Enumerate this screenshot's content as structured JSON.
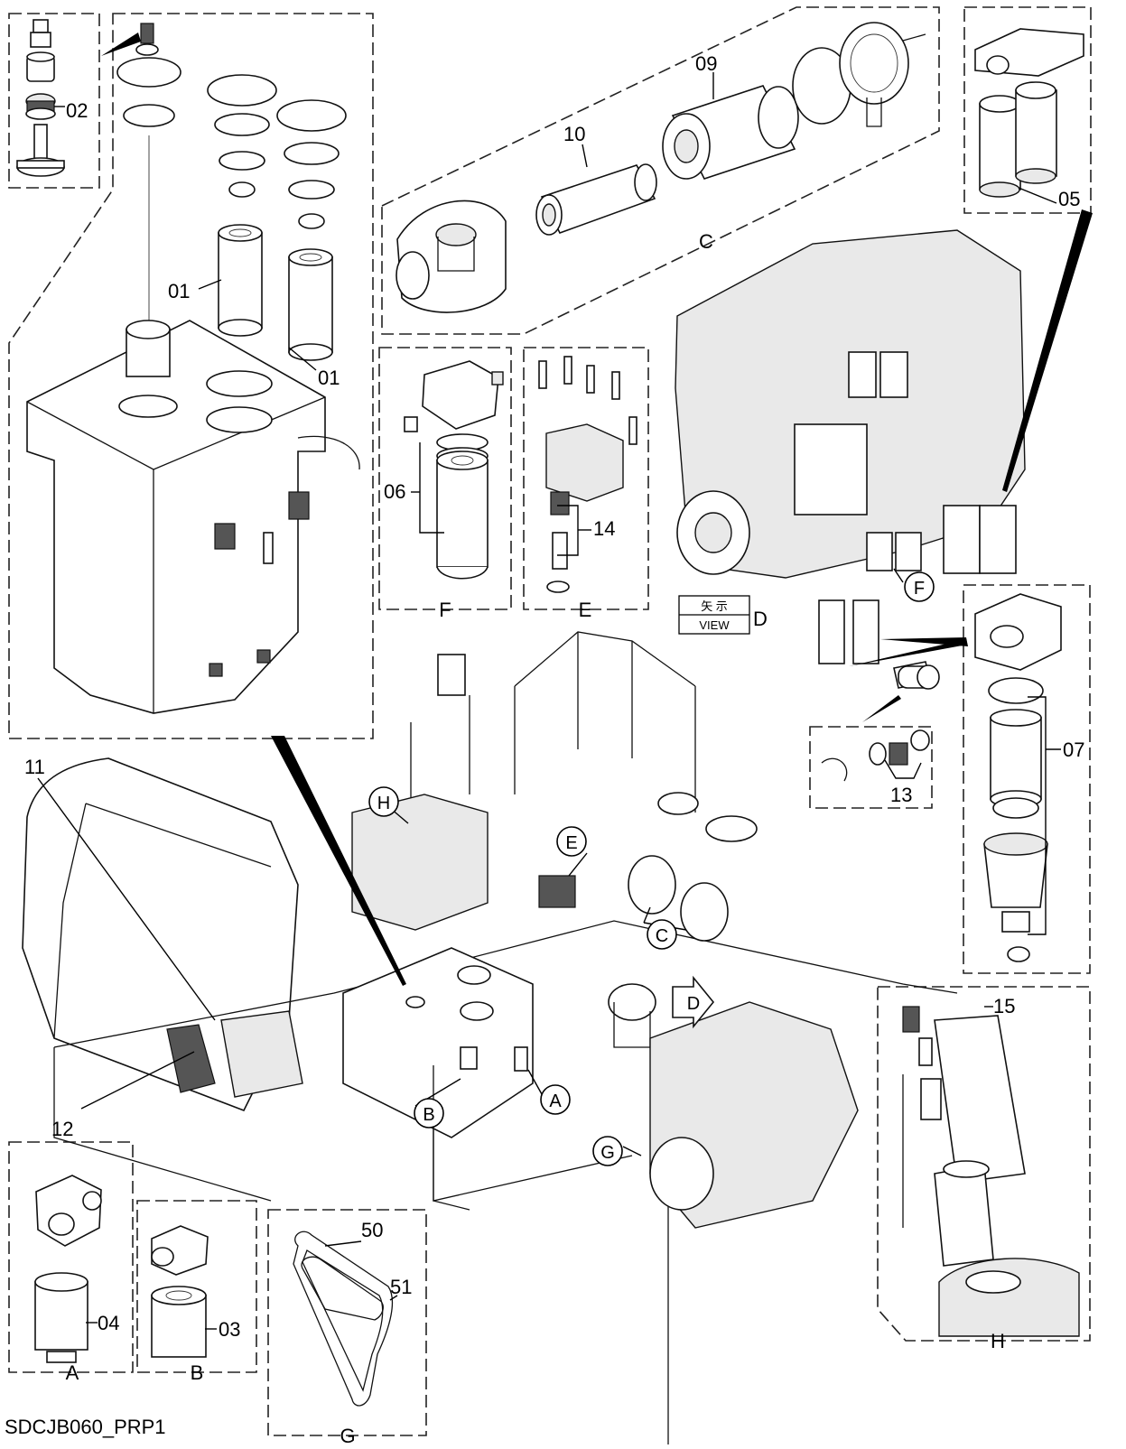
{
  "drawing_id": "SDCJB060_PRP1",
  "view_box": {
    "cn": "矢 示",
    "en": "VIEW",
    "letter": "D"
  },
  "parts": [
    {
      "no": "01"
    },
    {
      "no": "02"
    },
    {
      "no": "03"
    },
    {
      "no": "04"
    },
    {
      "no": "05"
    },
    {
      "no": "06"
    },
    {
      "no": "07"
    },
    {
      "no": "09"
    },
    {
      "no": "10"
    },
    {
      "no": "11"
    },
    {
      "no": "12"
    },
    {
      "no": "13"
    },
    {
      "no": "14"
    },
    {
      "no": "15"
    },
    {
      "no": "50"
    },
    {
      "no": "51"
    }
  ],
  "labels": {
    "p01a": "01",
    "p01b": "01",
    "p02": "02",
    "p03": "03",
    "p04": "04",
    "p05": "05",
    "p06": "06",
    "p07": "07",
    "p09": "09",
    "p10": "10",
    "p11": "11",
    "p12": "12",
    "p13": "13",
    "p14": "14",
    "p15": "15",
    "p50": "50",
    "p51": "51"
  },
  "detail_tags": {
    "c": "C",
    "f": "F",
    "e": "E",
    "a": "A",
    "b": "B",
    "g": "G",
    "h": "H"
  },
  "callouts": {
    "h": "H",
    "e": "E",
    "c": "C",
    "d": "D",
    "b": "B",
    "a": "A",
    "g": "G",
    "f": "F"
  }
}
